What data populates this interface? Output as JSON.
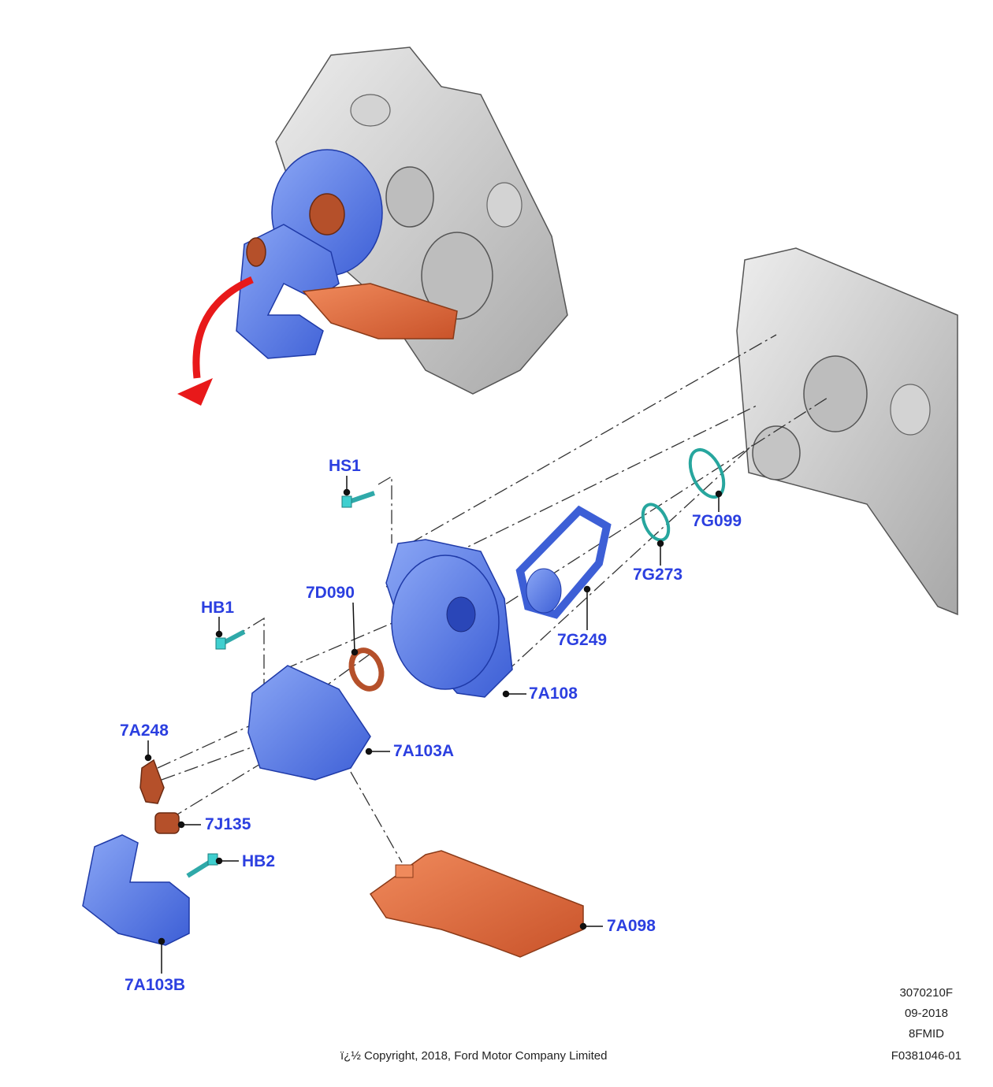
{
  "colors": {
    "callout": "#2b3fe0",
    "housing": "#c9c9c9",
    "pump_blue": "#5b7de8",
    "filter_orange": "#e06a3c",
    "seal_brown": "#b5502a",
    "seal_teal": "#27a69e",
    "bolt_cyan": "#3fcfcf",
    "arrow_red": "#e8191a"
  },
  "callouts": {
    "hs1": "HS1",
    "hb1": "HB1",
    "hb2": "HB2",
    "p7d090": "7D090",
    "p7g099": "7G099",
    "p7g273": "7G273",
    "p7g249": "7G249",
    "p7a108": "7A108",
    "p7a248": "7A248",
    "p7a103a": "7A103A",
    "p7j135": "7J135",
    "p7a098": "7A098",
    "p7a103b": "7A103B"
  },
  "footer": {
    "code": "3070210F",
    "date": "09-2018",
    "model": "8FMID",
    "ref": "F0381046-01",
    "copyright": "ï¿½ Copyright, 2018, Ford Motor Company Limited"
  }
}
